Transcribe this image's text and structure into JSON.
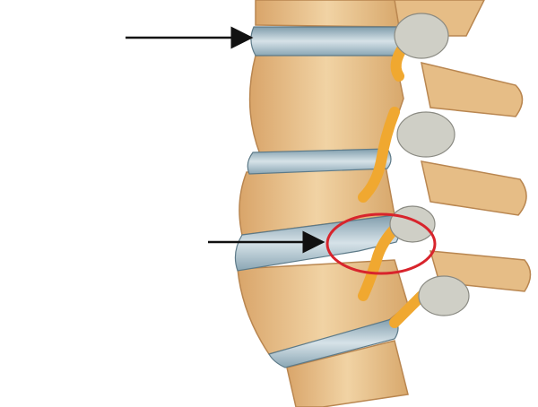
{
  "colors": {
    "background": "#ffffff",
    "bone": "#e9c48f",
    "bone_shadow": "#c9945a",
    "disc": "#9fb7c4",
    "disc_highlight": "#d6e2e8",
    "nerve": "#f0a830",
    "ganglion": "#c8c8c0",
    "arrow": "#111111",
    "highlight_ring": "#d8242c"
  },
  "annotations": [
    {
      "icon": "arrow-right-icon",
      "target": "healthy-disc"
    },
    {
      "icon": "arrow-right-icon",
      "target": "herniated-disc"
    },
    {
      "icon": "ellipse-highlight-icon",
      "target": "nerve-compression"
    }
  ]
}
